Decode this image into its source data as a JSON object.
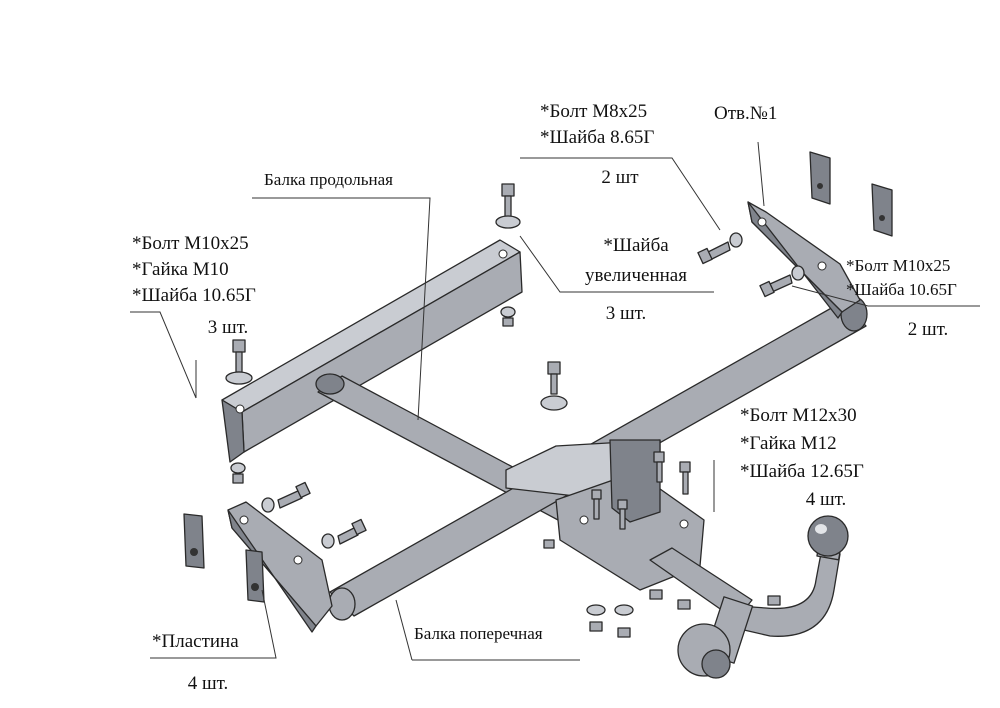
{
  "labels": {
    "balka_prodolnaya": "Балка продольная",
    "balka_poperechnaya": "Балка поперечная",
    "otv1": "Отв.№1",
    "m8": {
      "l1": "*Болт М8х25",
      "l2": "*Шайба 8.65Г",
      "qty": "2 шт"
    },
    "washer_big": {
      "l1": "*Шайба",
      "l2": "увеличенная",
      "qty": "3 шт."
    },
    "m10_left": {
      "l1": "*Болт М10х25",
      "l2": "*Гайка М10",
      "l3": "*Шайба 10.65Г",
      "qty": "3 шт."
    },
    "m10_right": {
      "l1": "*Болт М10х25",
      "l2": "*Шайба 10.65Г",
      "qty": "2 шт."
    },
    "m12": {
      "l1": "*Болт М12х30",
      "l2": "*Гайка М12",
      "l3": "*Шайба 12.65Г",
      "qty": "4 шт."
    },
    "plate": {
      "l1": "*Пластина",
      "qty": "4 шт."
    }
  },
  "colors": {
    "metal": "#a9acb3",
    "metal_dark": "#7f838b",
    "metal_light": "#c9ccd2",
    "outline": "#2a2a2a",
    "leader": "#333333"
  }
}
